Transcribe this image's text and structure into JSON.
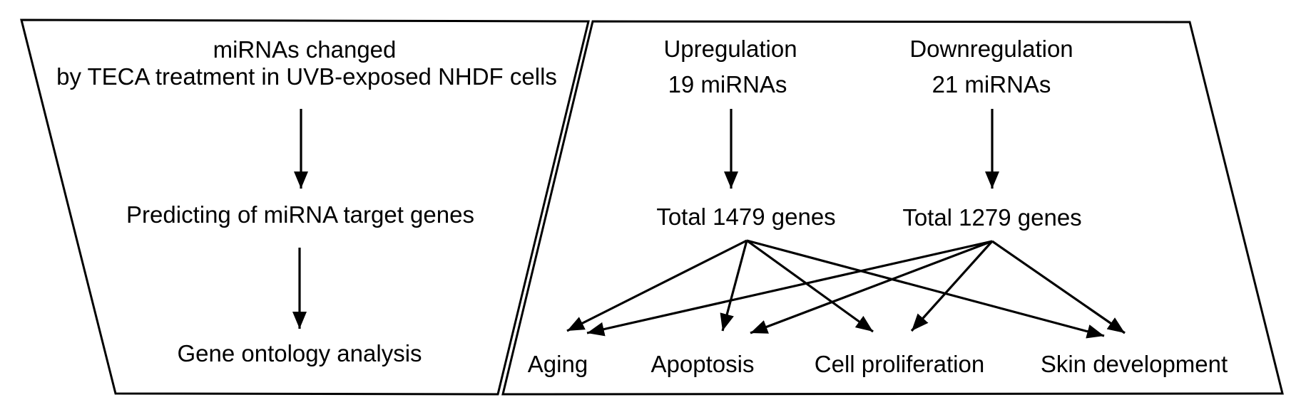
{
  "left_panel": {
    "title_line1": "miRNAs changed",
    "title_line2": "by TECA treatment in UVB-exposed NHDF cells",
    "step2": "Predicting of miRNA target genes",
    "step3": "Gene ontology analysis"
  },
  "right_panel": {
    "upregulation": {
      "label": "Upregulation",
      "count": "19 miRNAs",
      "total": "Total 1479 genes"
    },
    "downregulation": {
      "label": "Downregulation",
      "count": "21 miRNAs",
      "total": "Total 1279 genes"
    },
    "go_terms": [
      "Aging",
      "Apoptosis",
      "Cell proliferation",
      "Skin development"
    ]
  },
  "colors": {
    "stroke": "#000000",
    "background": "#ffffff",
    "text": "#000000"
  }
}
